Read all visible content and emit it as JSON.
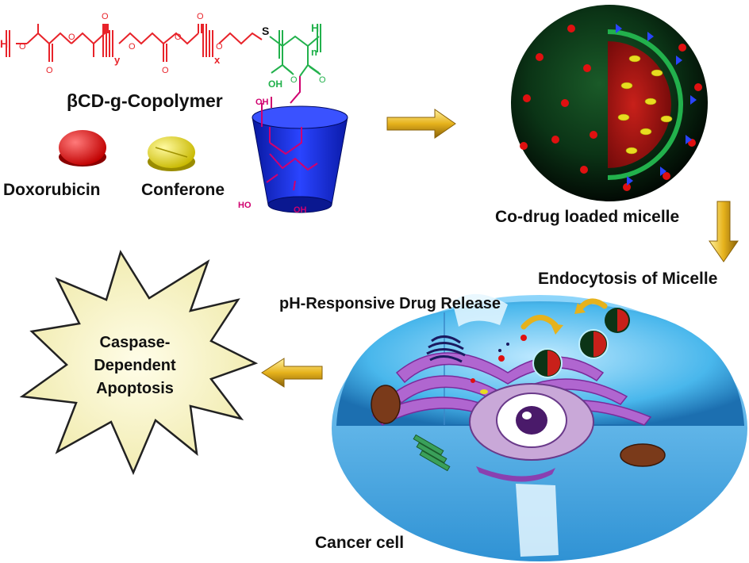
{
  "polymer": {
    "h_left": "H",
    "sub_y": "y",
    "sub_x": "x",
    "sub_n": "n",
    "sulfur": "S",
    "h_right": "H",
    "oh_acid": "OH",
    "cd_oh_top": "OH",
    "cd_ho_left": "HO",
    "cd_oh_bottom": "OH"
  },
  "labels": {
    "copolymer": "βCD-g-Copolymer",
    "doxorubicin": "Doxorubicin",
    "conferone": "Conferone",
    "micelle": "Co-drug loaded micelle",
    "endocytosis": "Endocytosis of Micelle",
    "ph_release": "pH-Responsive Drug Release",
    "apoptosis": "Caspase-Dependent Apoptosis",
    "cancer_cell": "Cancer cell"
  },
  "colors": {
    "polymer_red": "#e8232a",
    "grafted_green": "#22b14c",
    "cyclodextrin_blue": "#1a2fd6",
    "cd_magenta": "#d0006f",
    "dox_red": "#e01010",
    "conferone_yellow": "#e8dc20",
    "arrow_gold": "#e0b020",
    "micelle_green": "#0e4a1e",
    "cell_blue": "#3aaee8",
    "golgi_purple": "#a050c0",
    "starburst_fill": "#f7f4c8"
  },
  "icons": {
    "doxorubicin": "red-tablet-icon",
    "conferone": "yellow-tablet-icon",
    "cyclodextrin": "cyclodextrin-cone-icon",
    "arrows": "gold-arrow-icon"
  }
}
